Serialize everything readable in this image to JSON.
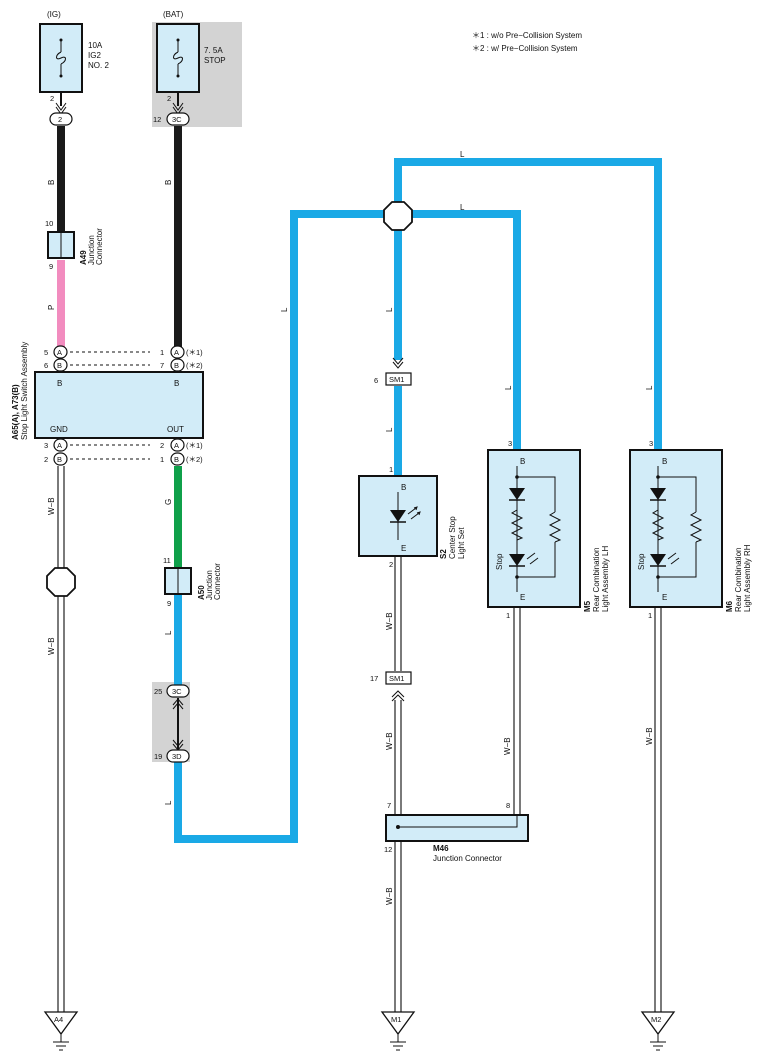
{
  "legend": {
    "note1": "＊1 : w/o Pre−Collision System",
    "note2": "＊2 : w/ Pre−Collision System"
  },
  "colors": {
    "B": "#1a1a1a",
    "P": "#f28cbf",
    "G": "#0fa04a",
    "L": "#1aa9e6",
    "W-B": "#222222",
    "component_fill": "#d2ecf8",
    "shaded_area": "#d3d3d3"
  },
  "sources": {
    "ig": {
      "label": "(IG)",
      "fuse": "10A",
      "line2": "IG2",
      "line3": "NO. 2",
      "pin": "2",
      "connector": "2"
    },
    "bat": {
      "label": "(BAT)",
      "fuse": "7. 5A",
      "line2": "STOP",
      "pin": "2",
      "conn_pin": "12",
      "connector": "3C"
    }
  },
  "wires": {
    "b1": "B",
    "b2": "B",
    "p": "P",
    "g": "G",
    "wb1": "W−B",
    "wb2": "W−B",
    "wb3": "W−B",
    "wb4": "W−B",
    "wb5": "W−B",
    "wb6": "W−B",
    "l1": "L",
    "l2": "L",
    "l3": "L",
    "l4": "L",
    "l5": "L",
    "l6": "L",
    "l7": "L",
    "l8": "L",
    "l9": "L"
  },
  "a49": {
    "code": "A49",
    "name1": "Junction",
    "name2": "Connector",
    "pin_top": "10",
    "pin_bottom": "9"
  },
  "a50": {
    "code": "A50",
    "name1": "Junction",
    "name2": "Connector",
    "pin_top": "11",
    "pin_bottom": "9"
  },
  "switch": {
    "code": "A65(A), A73(B)",
    "name": "Stop Light Switch Assembly",
    "term_b1": "B",
    "term_b2": "B",
    "term_gnd": "GND",
    "term_out": "OUT",
    "rows": [
      {
        "lpin": "5",
        "lcon": "A",
        "rpin": "1",
        "rcon": "A",
        "note": "(＊1)"
      },
      {
        "lpin": "6",
        "lcon": "B",
        "rpin": "7",
        "rcon": "B",
        "note": "(＊2)"
      },
      {
        "lpin": "3",
        "lcon": "A",
        "rpin": "2",
        "rcon": "A",
        "note": "(＊1)"
      },
      {
        "lpin": "2",
        "lcon": "B",
        "rpin": "1",
        "rcon": "B",
        "note": "(＊2)"
      }
    ]
  },
  "conn3c": {
    "pin": "25",
    "label": "3C"
  },
  "conn3d": {
    "pin": "19",
    "label": "3D"
  },
  "sm1_top": {
    "pin": "6",
    "label": "SM1"
  },
  "sm1_bottom": {
    "pin": "17",
    "label": "SM1"
  },
  "s2": {
    "code": "S2",
    "name1": "Center Stop",
    "name2": "Light Set",
    "term_b": "B",
    "term_e": "E",
    "pin_top": "1",
    "pin_bottom": "2"
  },
  "m5": {
    "code": "M5",
    "name1": "Rear Combination",
    "name2": "Light Assembly LH",
    "term_b": "B",
    "term_e": "E",
    "stop": "Stop",
    "pin_top": "3",
    "pin_bottom": "1"
  },
  "m6": {
    "code": "M6",
    "name1": "Rear Combination",
    "name2": "Light Assembly RH",
    "term_b": "B",
    "term_e": "E",
    "stop": "Stop",
    "pin_top": "3",
    "pin_bottom": "1"
  },
  "m46": {
    "code": "M46",
    "name": "Junction Connector",
    "pin_left": "7",
    "pin_right": "8",
    "pin_bottom": "12"
  },
  "grounds": {
    "a4": "A4",
    "m1": "M1",
    "m2": "M2"
  }
}
